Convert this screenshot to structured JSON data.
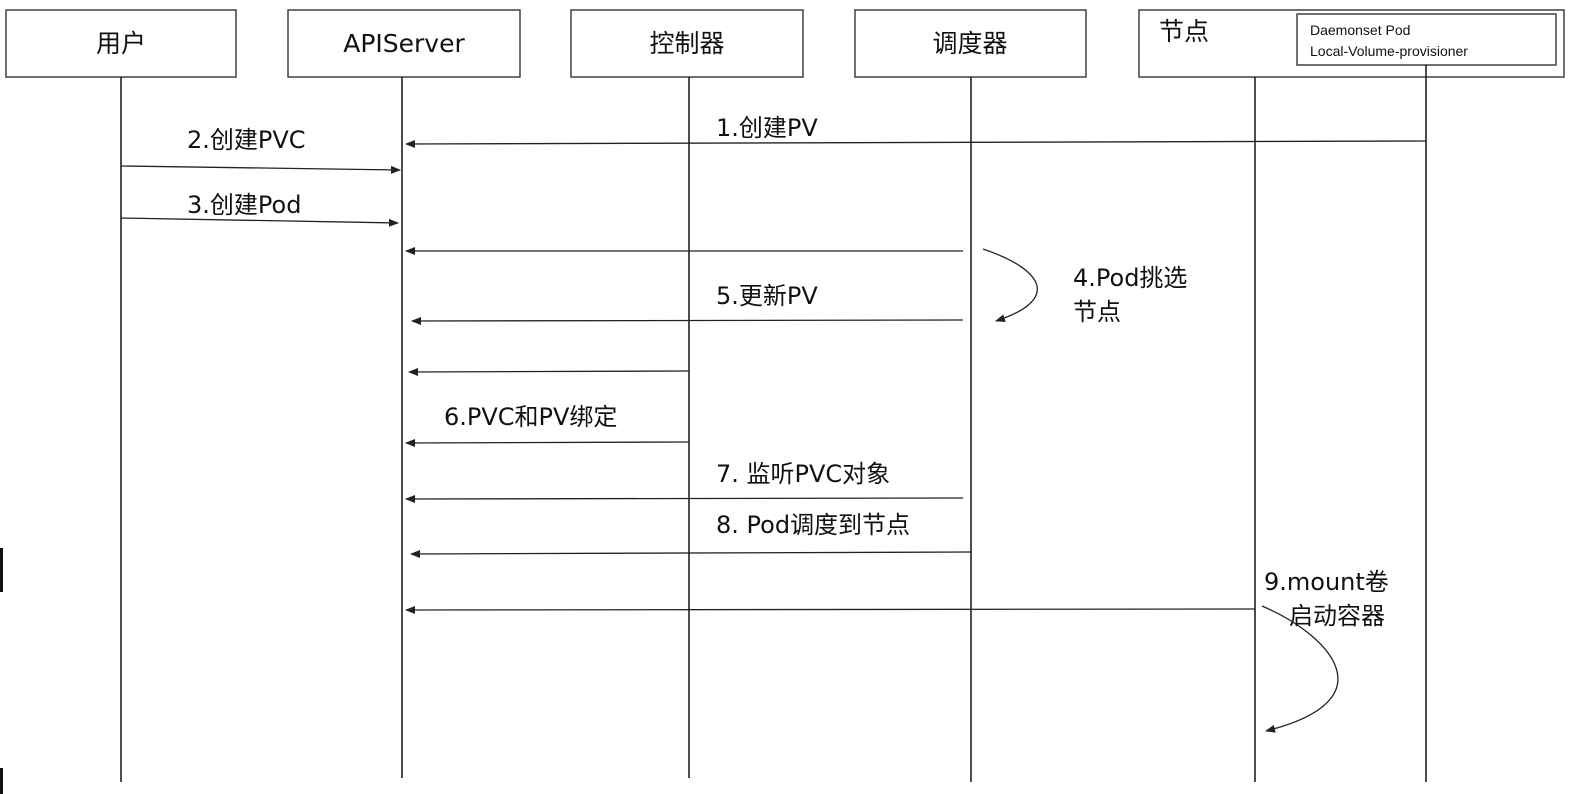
{
  "actors": {
    "user": "用户",
    "apiserver": "APIServer",
    "controller": "控制器",
    "scheduler": "调度器",
    "node": "节点"
  },
  "node_box": {
    "line1": "Daemonset Pod",
    "line2": "Local-Volume-provisioner"
  },
  "messages": {
    "m1": "1.创建PV",
    "m2": "2.创建PVC",
    "m3": "3.创建Pod",
    "m4_line1": "4.Pod挑选",
    "m4_line2": "节点",
    "m5": "5.更新PV",
    "m6": "6.PVC和PV绑定",
    "m7": "7. 监听PVC对象",
    "m8": "8. Pod调度到节点",
    "m9_line1": "9.mount卷",
    "m9_line2": "启动容器"
  },
  "colors": {
    "line": "#222222",
    "box_border": "#333333",
    "background": "#ffffff"
  }
}
